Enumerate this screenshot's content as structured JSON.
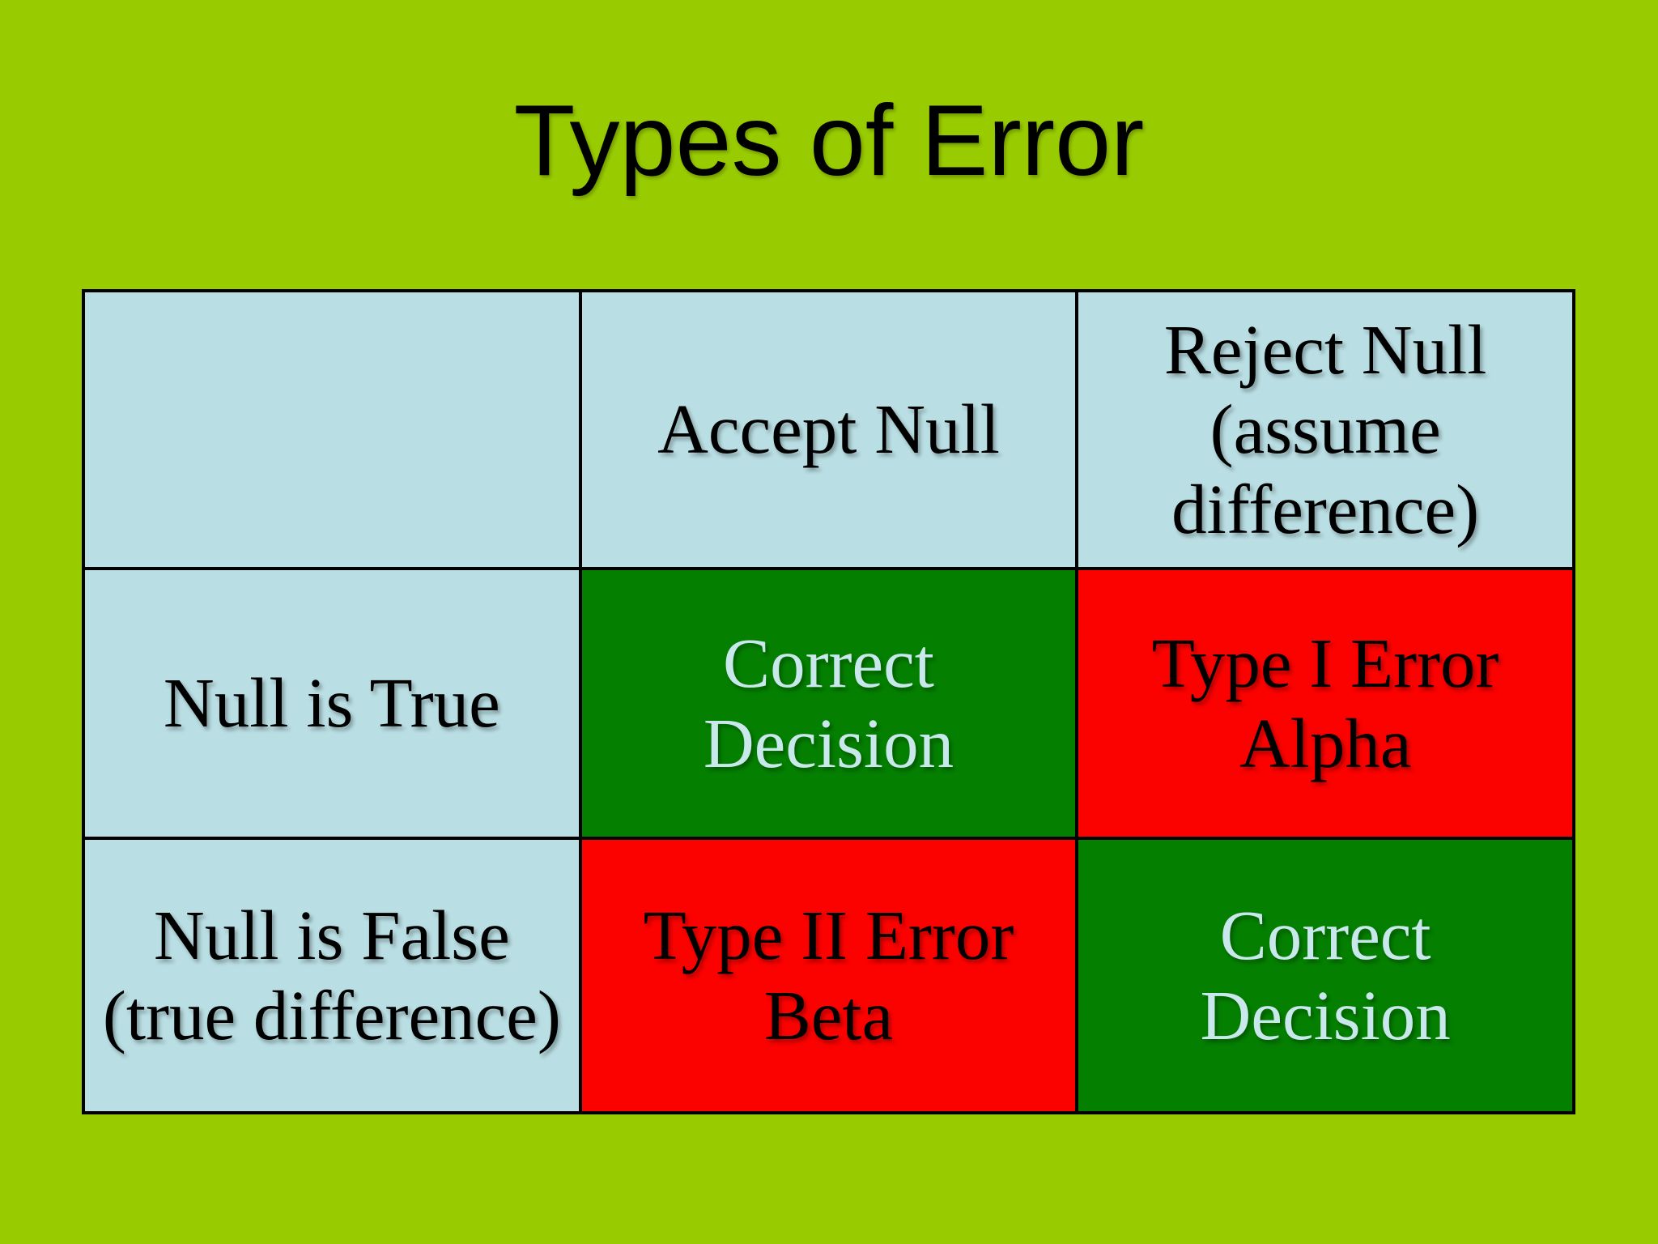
{
  "slide": {
    "title": "Types of Error",
    "colors": {
      "background": "#99CC00",
      "cell_blue": "#B9DEE3",
      "cell_green": "#047F00",
      "cell_red": "#FB0200",
      "table_border": "#000000",
      "dark_text": "#000000",
      "light_text_on_green": "#C9E8EC"
    },
    "table": {
      "rows": [
        [
          {
            "text": "",
            "variant": "blue"
          },
          {
            "text": "Accept Null",
            "variant": "blue"
          },
          {
            "text": "Reject Null\n(assume\ndifference)",
            "variant": "blue"
          }
        ],
        [
          {
            "text": "Null is True",
            "variant": "blue"
          },
          {
            "text": "Correct\nDecision",
            "variant": "green"
          },
          {
            "text": "Type I Error\nAlpha",
            "variant": "red"
          }
        ],
        [
          {
            "text": "Null is False\n(true difference)",
            "variant": "blue"
          },
          {
            "text": "Type II Error\nBeta",
            "variant": "red"
          },
          {
            "text": "Correct\nDecision",
            "variant": "green"
          }
        ]
      ]
    }
  }
}
